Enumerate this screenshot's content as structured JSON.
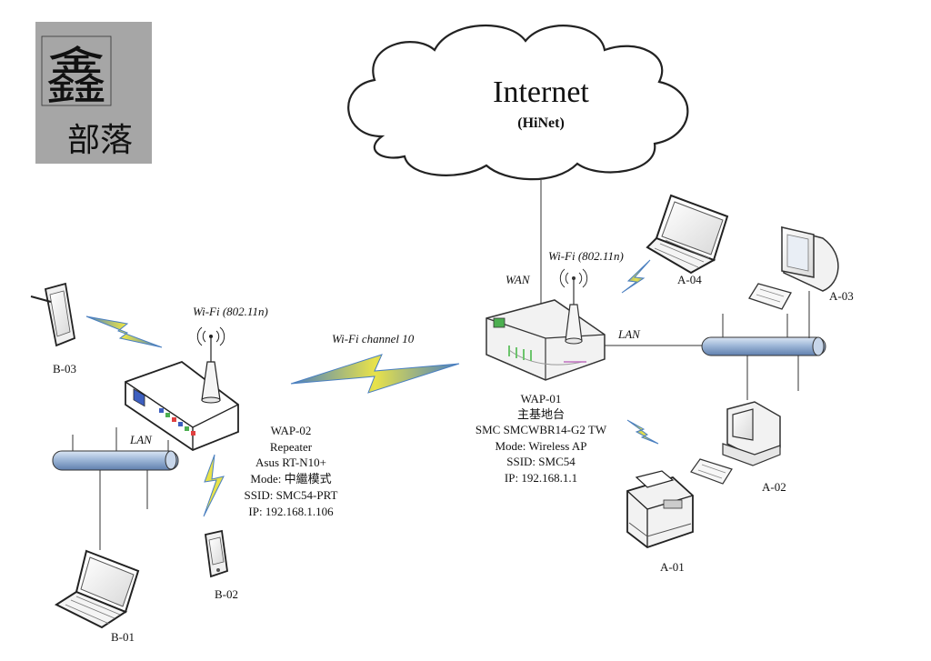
{
  "logo": {
    "main_char": "鑫",
    "sub_text": "部落",
    "bg_color": "#a6a6a6"
  },
  "internet": {
    "title": "Internet",
    "subtitle": "(HiNet)"
  },
  "wap01": {
    "wifi_label": "Wi-Fi (802.11n)",
    "wan_label": "WAN",
    "lan_label": "LAN",
    "lines": [
      "WAP-01",
      "主基地台",
      "SMC SMCWBR14-G2 TW",
      "Mode: Wireless AP",
      "SSID: SMC54",
      "IP: 192.168.1.1"
    ]
  },
  "wap02": {
    "wifi_label": "Wi-Fi (802.11n)",
    "lan_label": "LAN",
    "lines": [
      "WAP-02",
      "Repeater",
      "Asus RT-N10+",
      "Mode: 中繼模式",
      "SSID: SMC54-PRT",
      "IP: 192.168.1.106"
    ]
  },
  "link_label": "Wi-Fi channel 10",
  "devices": {
    "a01": "A-01",
    "a02": "A-02",
    "a03": "A-03",
    "a04": "A-04",
    "b01": "B-01",
    "b02": "B-02",
    "b03": "B-03"
  },
  "colors": {
    "bus_fill": "#9fb8d8",
    "bolt_yellow": "#e8e24a",
    "bolt_blue": "#4a7fc0"
  },
  "icons": {
    "router": "router-icon",
    "laptop": "laptop-icon",
    "desktop": "desktop-icon",
    "tablet": "tablet-icon",
    "phone": "phone-icon",
    "printer": "printer-icon",
    "cloud": "cloud-icon",
    "antenna": "wifi-antenna-icon",
    "bolt": "lightning-bolt-icon"
  }
}
